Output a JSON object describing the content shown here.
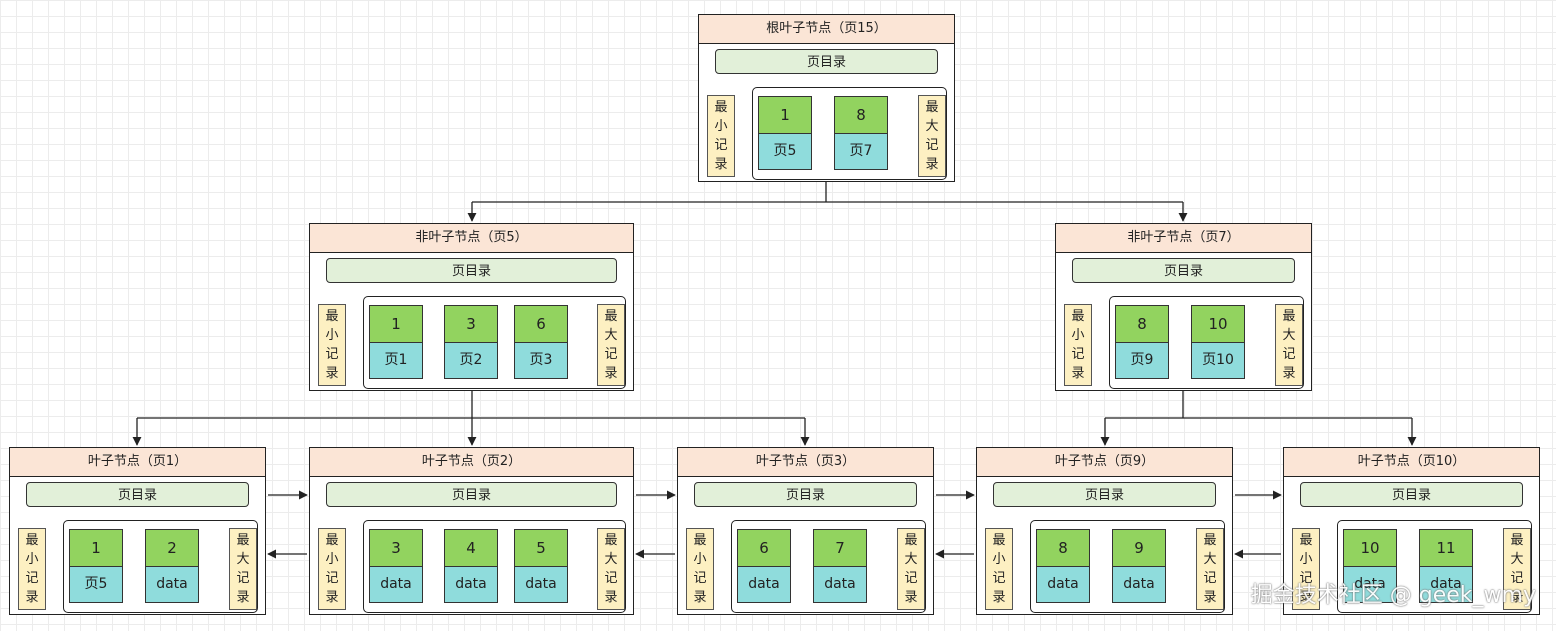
{
  "labels": {
    "page_directory": "页目录",
    "min_record": [
      "最",
      "小",
      "记",
      "录"
    ],
    "max_record": [
      "最",
      "大",
      "记",
      "录"
    ]
  },
  "nodes": [
    {
      "id": "root",
      "title": "根叶子节点（页15）",
      "records": [
        {
          "key": "1",
          "value": "页5"
        },
        {
          "key": "8",
          "value": "页7"
        }
      ]
    },
    {
      "id": "p5",
      "title": "非叶子节点（页5）",
      "records": [
        {
          "key": "1",
          "value": "页1"
        },
        {
          "key": "3",
          "value": "页2"
        },
        {
          "key": "6",
          "value": "页3"
        }
      ]
    },
    {
      "id": "p7",
      "title": "非叶子节点（页7）",
      "records": [
        {
          "key": "8",
          "value": "页9"
        },
        {
          "key": "10",
          "value": "页10"
        }
      ]
    },
    {
      "id": "p1",
      "title": "叶子节点（页1）",
      "records": [
        {
          "key": "1",
          "value": "页5"
        },
        {
          "key": "2",
          "value": "data"
        }
      ]
    },
    {
      "id": "p2",
      "title": "叶子节点（页2）",
      "records": [
        {
          "key": "3",
          "value": "data"
        },
        {
          "key": "4",
          "value": "data"
        },
        {
          "key": "5",
          "value": "data"
        }
      ]
    },
    {
      "id": "p3",
      "title": "叶子节点（页3）",
      "records": [
        {
          "key": "6",
          "value": "data"
        },
        {
          "key": "7",
          "value": "data"
        }
      ]
    },
    {
      "id": "p9",
      "title": "叶子节点（页9）",
      "records": [
        {
          "key": "8",
          "value": "data"
        },
        {
          "key": "9",
          "value": "data"
        }
      ]
    },
    {
      "id": "p10",
      "title": "叶子节点（页10）",
      "records": [
        {
          "key": "10",
          "value": "data"
        },
        {
          "key": "11",
          "value": "data"
        }
      ]
    }
  ],
  "watermark": "掘金技术社区 @ geek_wmy"
}
